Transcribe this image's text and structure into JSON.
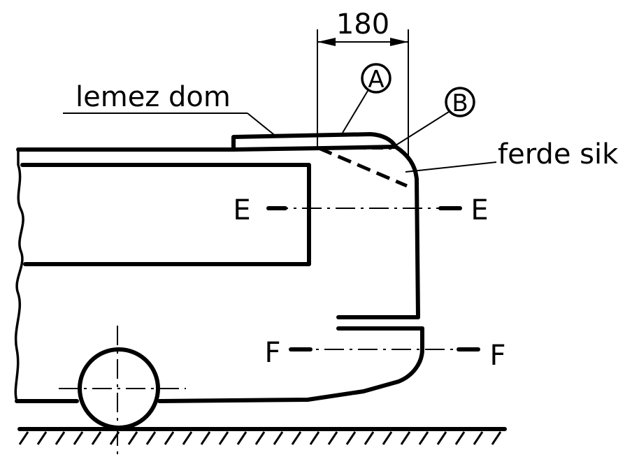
{
  "labels": {
    "dimension": "180",
    "circle_a": "A",
    "circle_b": "B",
    "lemez_dom": "lemez dom",
    "ferde_sik": "ferde sik",
    "section_e_left": "E",
    "section_e_right": "E",
    "section_f_left": "F",
    "section_f_right": "F"
  }
}
